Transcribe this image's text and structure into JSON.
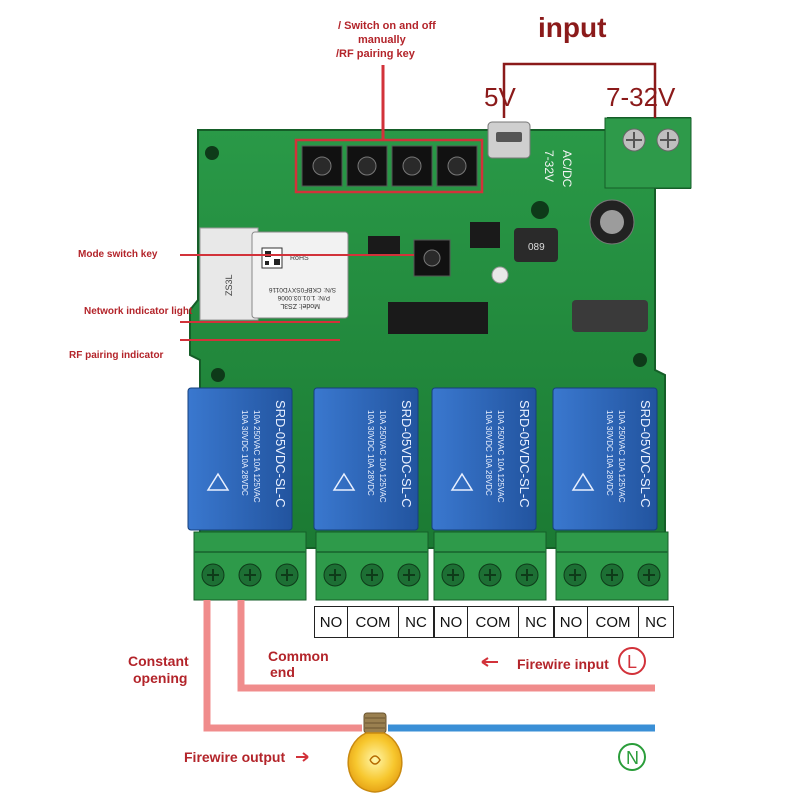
{
  "labels": {
    "switch_line1": "/ Switch on and off",
    "switch_line2": "manually",
    "switch_line3": "/RF pairing key",
    "input": "input",
    "v5": "5V",
    "v7_32": "7-32V",
    "mode_switch": "Mode switch key",
    "network_indicator": "Network indicator light",
    "rf_indicator": "RF pairing indicator",
    "constant_opening_1": "Constant",
    "constant_opening_2": "opening",
    "common_end_1": "Common",
    "common_end_2": "end",
    "firewire_input": "Firewire input",
    "firewire_output": "Firewire output",
    "l_symbol": "L",
    "n_symbol": "N"
  },
  "terminals": [
    {
      "no": "NO",
      "com": "COM",
      "nc": "NC"
    },
    {
      "no": "NO",
      "com": "COM",
      "nc": "NC"
    },
    {
      "no": "NO",
      "com": "COM",
      "nc": "NC"
    }
  ],
  "board": {
    "module_model": "Model: ZS3L",
    "module_pn": "P/N: 1.01.03.0006",
    "module_sn": "S/N: CKBF0SXYD0116",
    "module_side": "ZS3L",
    "module_rohs": "RoHS",
    "silk_voltage": "7-32V",
    "silk_acdc": "AC/DC",
    "chip_label": "089",
    "relay_model": "SRD-05VDC-SL-C",
    "relay_rating_1": "10A 250VAC  10A 125VAC",
    "relay_rating_2": "10A 30VDC   10A 28VDC"
  },
  "colors": {
    "pcb": "#1f8a3c",
    "relay": "#2b63b8",
    "terminal": "#2e9a4a",
    "red_line": "#d2323a",
    "pink_wire": "#f08c8c",
    "blue_wire": "#3a8fd6",
    "neutral_green": "#2a9d3a"
  },
  "icons": {
    "bulb": "light-bulb-icon",
    "arrow_left": "arrow-left-icon",
    "arrow_right": "arrow-right-icon"
  }
}
